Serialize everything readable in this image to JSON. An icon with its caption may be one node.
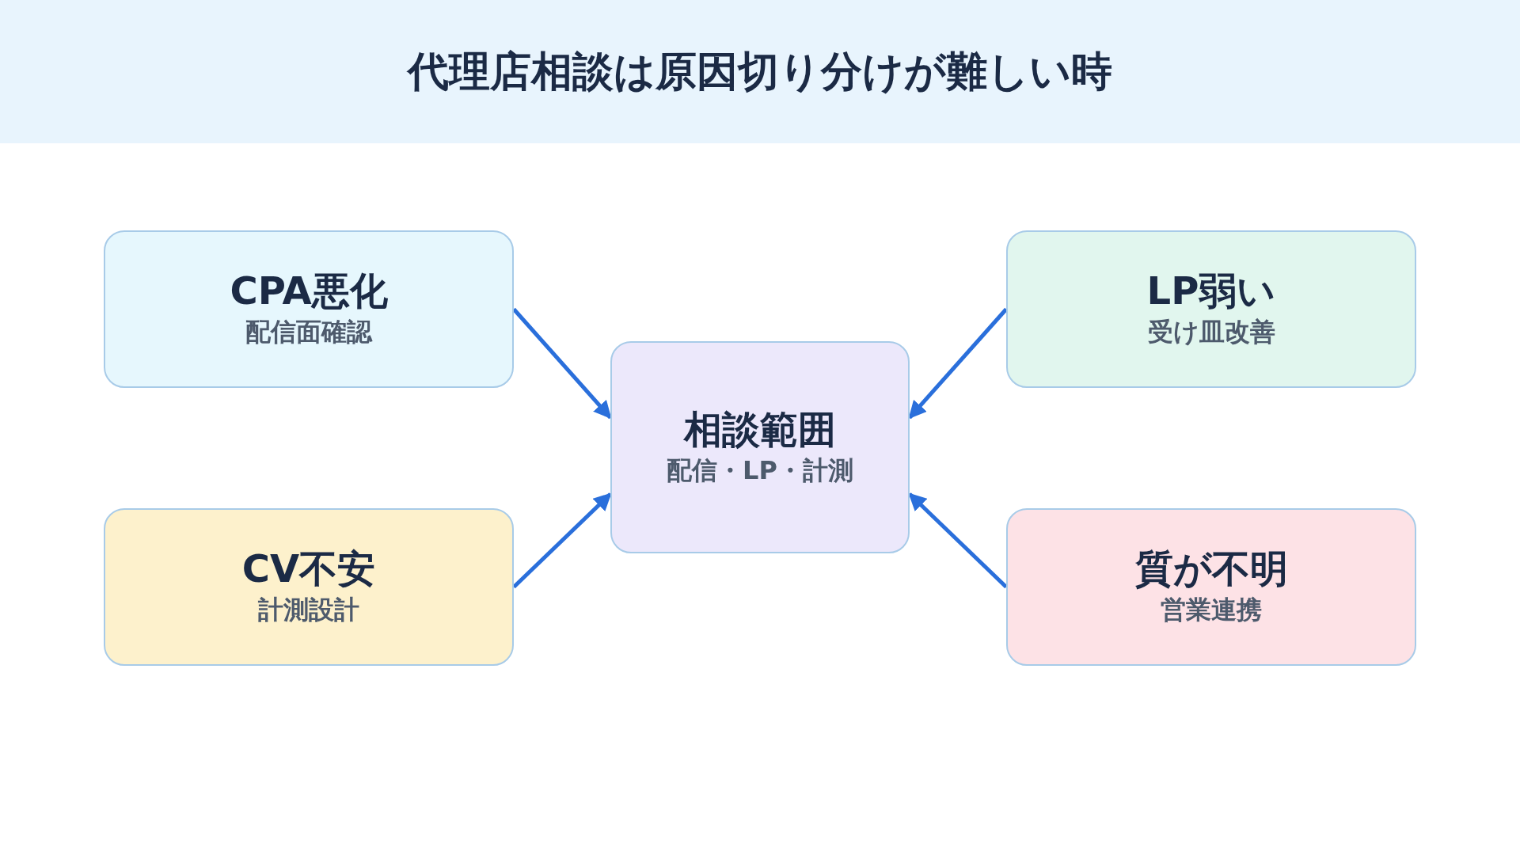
{
  "diagram": {
    "title": "代理店相談は原因切り分けが難しい時",
    "nodes": [
      {
        "text": [
          "CPA悪化",
          "配信面確認"
        ]
      },
      {
        "text": [
          "LP弱い",
          "受け皿改善"
        ]
      },
      {
        "text": [
          "相談範囲",
          "配信・LP・計測"
        ]
      },
      {
        "text": [
          "CV不安",
          "計測設計"
        ]
      },
      {
        "text": [
          "質が不明",
          "営業連携"
        ]
      }
    ],
    "edges": [
      {
        "from": 0,
        "to": 2,
        "arrow": "to"
      },
      {
        "from": 1,
        "to": 2,
        "arrow": "to"
      },
      {
        "from": 3,
        "to": 2,
        "arrow": "to"
      },
      {
        "from": 4,
        "to": 2,
        "arrow": "to"
      }
    ]
  }
}
